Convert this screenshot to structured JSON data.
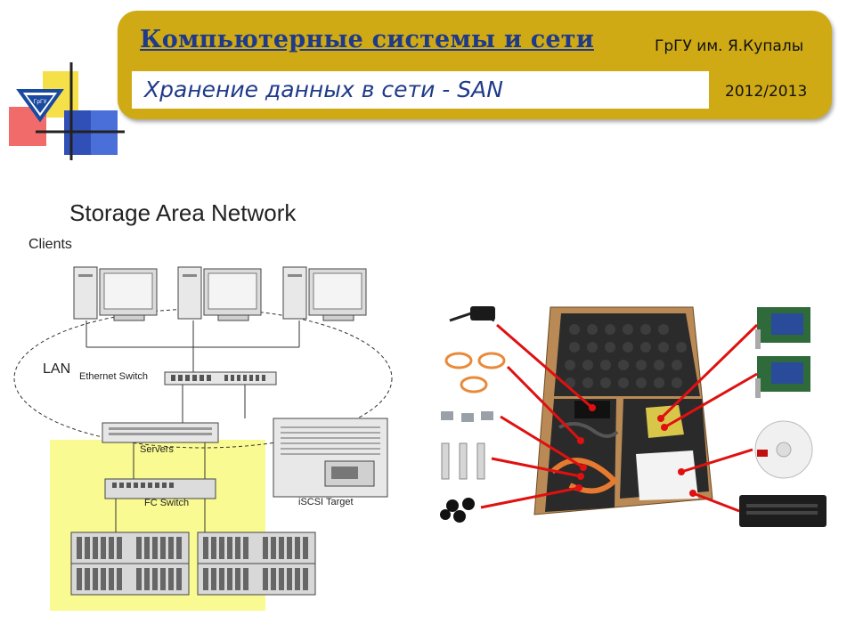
{
  "header": {
    "course_title": "Компьютерные системы и сети",
    "university": "ГрГУ им. Я.Купалы",
    "subtitle": "Хранение данных в сети - SAN",
    "year": "2012/2013"
  },
  "diagram": {
    "title": "Storage Area Network",
    "labels": {
      "clients": "Clients",
      "lan": "LAN",
      "ethernet_switch": "Ethernet Switch",
      "servers": "Servers",
      "fc_switch": "FC Switch",
      "iscsi_target": "iSCSI Target"
    }
  },
  "colors": {
    "banner": "#cfaa14",
    "title_blue": "#1f3a8a",
    "highlight_yellow": "#f8f86e",
    "annotation_red": "#e01010"
  },
  "icons": [
    "university-logo-icon",
    "computer-icon",
    "switch-icon",
    "server-icon",
    "disk-array-icon",
    "hardware-kit-photo"
  ]
}
